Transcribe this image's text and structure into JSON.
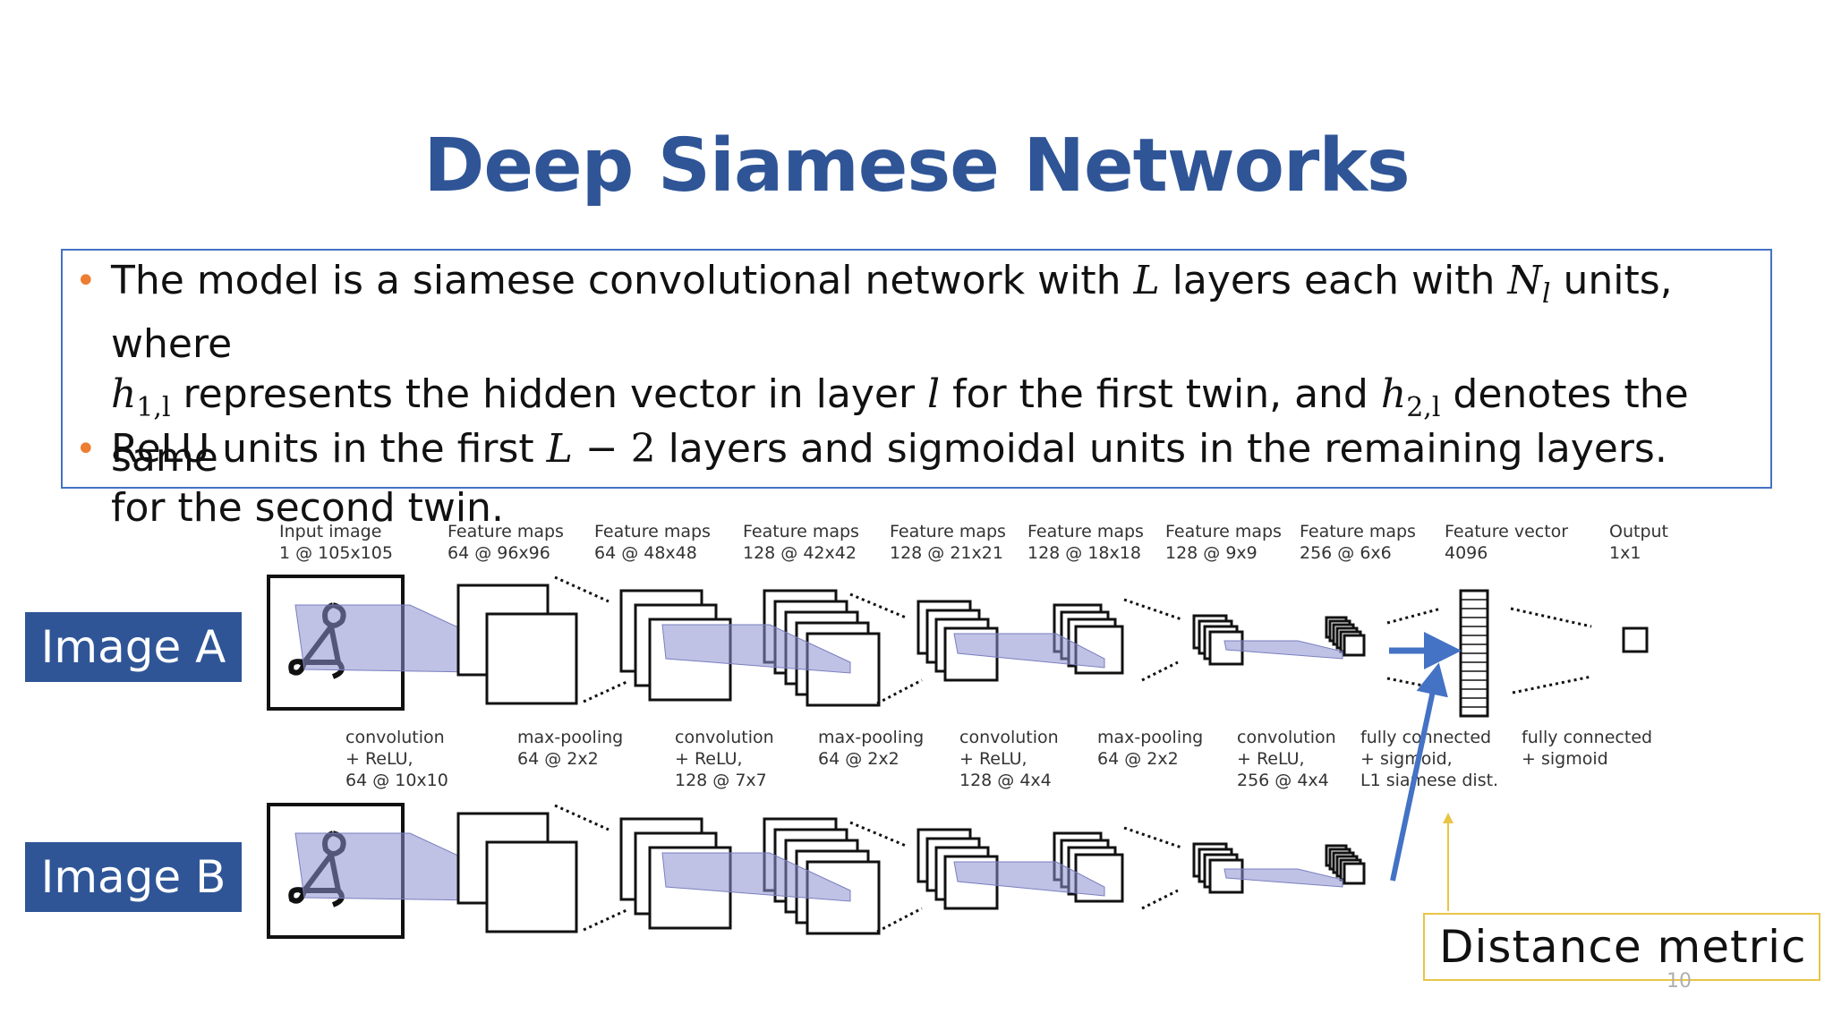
{
  "slide": {
    "title": "Deep Siamese Networks",
    "page_number": "10"
  },
  "bullets": {
    "b1_line1_pre": "The model is a siamese convolutional network with ",
    "b1_L": "L",
    "b1_line1_mid": " layers each with ",
    "b1_N": "N",
    "b1_N_sub": "l",
    "b1_line1_post": " units, where",
    "b1_h1": "h",
    "b1_h1_sub": "1,l",
    "b1_line2_mid": " represents the hidden vector in layer ",
    "b1_l": "l",
    "b1_line2_mid2": " for the first twin, and ",
    "b1_h2": "h",
    "b1_h2_sub": "2,l",
    "b1_line2_post": " denotes the same",
    "b1_line3": "for the second twin.",
    "b2_pre": "ReLU units in the first ",
    "b2_L": "L",
    "b2_minus": " − 2",
    "b2_post": " layers and sigmoidal units in the remaining layers."
  },
  "labels": {
    "image_a": "Image A",
    "image_b": "Image B",
    "distance_metric": "Distance metric"
  },
  "diagram": {
    "top_labels": [
      [
        "Input image",
        "1 @ 105x105"
      ],
      [
        "Feature maps",
        "64 @ 96x96"
      ],
      [
        "Feature maps",
        "64 @ 48x48"
      ],
      [
        "Feature maps",
        "128 @ 42x42"
      ],
      [
        "Feature maps",
        "128 @ 21x21"
      ],
      [
        "Feature maps",
        "128 @ 18x18"
      ],
      [
        "Feature maps",
        "128 @ 9x9"
      ],
      [
        "Feature maps",
        "256 @ 6x6"
      ],
      [
        "Feature vector",
        "4096"
      ],
      [
        "Output",
        "1x1"
      ]
    ],
    "op_labels": [
      [
        "convolution",
        "+ ReLU,",
        "64 @ 10x10"
      ],
      [
        "max-pooling",
        "64 @ 2x2"
      ],
      [
        "convolution",
        "+ ReLU,",
        "128 @ 7x7"
      ],
      [
        "max-pooling",
        "64 @ 2x2"
      ],
      [
        "convolution",
        "+ ReLU,",
        "128 @ 4x4"
      ],
      [
        "max-pooling",
        "64 @ 2x2"
      ],
      [
        "convolution",
        "+ ReLU,",
        "256 @ 4x4"
      ],
      [
        "fully connected",
        "+ sigmoid,",
        "L1 siamese dist."
      ],
      [
        "fully connected",
        "+ sigmoid"
      ]
    ],
    "colors": {
      "title": "#2f5597",
      "label_bg": "#2f5597",
      "arrow": "#4472c4",
      "bullet": "#ed7d31",
      "box_border": "#4472c4",
      "dist_border": "#e8c547",
      "projection": "#8a8fd0"
    }
  }
}
